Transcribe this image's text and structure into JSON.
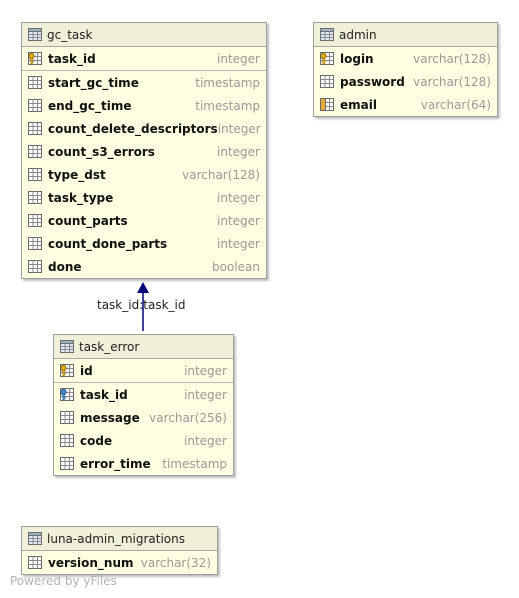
{
  "tables": {
    "gc_task": {
      "name": "gc_task",
      "pk": [
        {
          "name": "task_id",
          "type": "integer",
          "icon": "primary-key-column-icon"
        }
      ],
      "columns": [
        {
          "name": "start_gc_time",
          "type": "timestamp",
          "icon": "column-icon"
        },
        {
          "name": "end_gc_time",
          "type": "timestamp",
          "icon": "column-icon"
        },
        {
          "name": "count_delete_descriptors",
          "type": "integer",
          "icon": "column-icon"
        },
        {
          "name": "count_s3_errors",
          "type": "integer",
          "icon": "column-icon"
        },
        {
          "name": "type_dst",
          "type": "varchar(128)",
          "icon": "column-icon"
        },
        {
          "name": "task_type",
          "type": "integer",
          "icon": "column-icon"
        },
        {
          "name": "count_parts",
          "type": "integer",
          "icon": "column-icon"
        },
        {
          "name": "count_done_parts",
          "type": "integer",
          "icon": "column-icon"
        },
        {
          "name": "done",
          "type": "boolean",
          "icon": "column-icon"
        }
      ]
    },
    "admin": {
      "name": "admin",
      "rows": [
        {
          "name": "login",
          "type": "varchar(128)",
          "icon": "primary-key-column-icon"
        },
        {
          "name": "password",
          "type": "varchar(128)",
          "icon": "column-icon"
        },
        {
          "name": "email",
          "type": "varchar(64)",
          "icon": "unique-column-icon"
        }
      ]
    },
    "task_error": {
      "name": "task_error",
      "pk": [
        {
          "name": "id",
          "type": "integer",
          "icon": "primary-key-column-icon"
        }
      ],
      "columns": [
        {
          "name": "task_id",
          "type": "integer",
          "icon": "foreign-key-column-icon"
        },
        {
          "name": "message",
          "type": "varchar(256)",
          "icon": "column-icon"
        },
        {
          "name": "code",
          "type": "integer",
          "icon": "column-icon"
        },
        {
          "name": "error_time",
          "type": "timestamp",
          "icon": "column-icon"
        }
      ]
    },
    "migrations": {
      "name": "luna-admin_migrations",
      "rows": [
        {
          "name": "version_num",
          "type": "varchar(32)",
          "icon": "column-icon"
        }
      ]
    }
  },
  "relation": {
    "label": "task_id:task_id",
    "from": "task_error.task_id",
    "to": "gc_task.task_id"
  },
  "colors": {
    "header": "#f0f0d8",
    "body": "#fefee0",
    "edge": "#00007a"
  },
  "footer": "Powered by yFiles"
}
